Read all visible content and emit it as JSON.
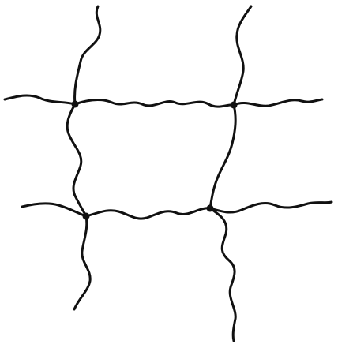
{
  "diagram": {
    "type": "network-mesh",
    "strands": 12,
    "junctions": 4,
    "colors": {
      "background": "#ffffff",
      "stroke": "#111111"
    }
  }
}
